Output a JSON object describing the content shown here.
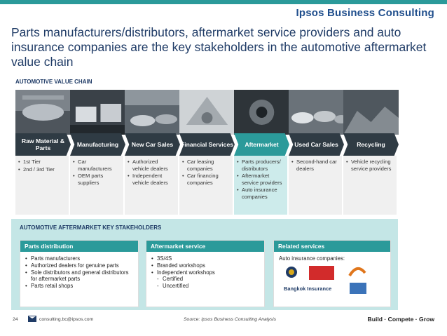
{
  "brand": "Ipsos Business Consulting",
  "title": "Parts manufacturers/distributors, aftermarket service providers and auto insurance companies are the key stakeholders in the automotive aftermarket value chain",
  "value_chain_label": "AUTOMOTIVE VALUE CHAIN",
  "stages": [
    {
      "label": "Raw Material & Parts",
      "items": [
        "1st Tier",
        "2nd / 3rd Tier"
      ]
    },
    {
      "label": "Manufacturing",
      "items": [
        "Car manufacturers",
        "OEM parts suppliers"
      ]
    },
    {
      "label": "New Car Sales",
      "items": [
        "Authorized vehicle dealers",
        "Independent vehicle dealers"
      ]
    },
    {
      "label": "Financial Services",
      "items": [
        "Car leasing companies",
        "Car financing companies"
      ]
    },
    {
      "label": "Aftermarket",
      "items": [
        "Parts producers/ distributors",
        "Aftermarket service providers",
        "Auto insurance companies"
      ]
    },
    {
      "label": "Used Car Sales",
      "items": [
        "Second-hand car dealers"
      ]
    },
    {
      "label": "Recycling",
      "items": [
        "Vehicle recycling service providers"
      ]
    }
  ],
  "stakeholders": {
    "title": "AUTOMOTIVE AFTERMARKET KEY STAKEHOLDERS",
    "parts": {
      "header": "Parts distribution",
      "items": [
        "Parts manufacturers",
        "Authorized dealers for genuine parts",
        "Sole distributors and general distributors for aftermarket parts",
        "Parts retail shops"
      ]
    },
    "service": {
      "header": "Aftermarket service",
      "items": [
        "3S/4S",
        "Branded workshops",
        "Independent workshops"
      ],
      "subitems": [
        "Certified",
        "Uncertified"
      ]
    },
    "related": {
      "header": "Related services",
      "text": "Auto insurance companies:",
      "logos": [
        "Bangkok Insurance"
      ]
    }
  },
  "footer": {
    "page": "24",
    "email": "consulting.bc@ipsos.com",
    "source": "Source: Ipsos Business Consulting Analysis",
    "tagline": "Build · Compete · Grow"
  },
  "colors": {
    "teal": "#2b9a9a",
    "dark_band": "#2f3b44",
    "highlight_band": "#2b9a9a",
    "highlight_bg": "#cdebeb",
    "stake_bg": "#c4e6e6",
    "title": "#1f3b66"
  }
}
